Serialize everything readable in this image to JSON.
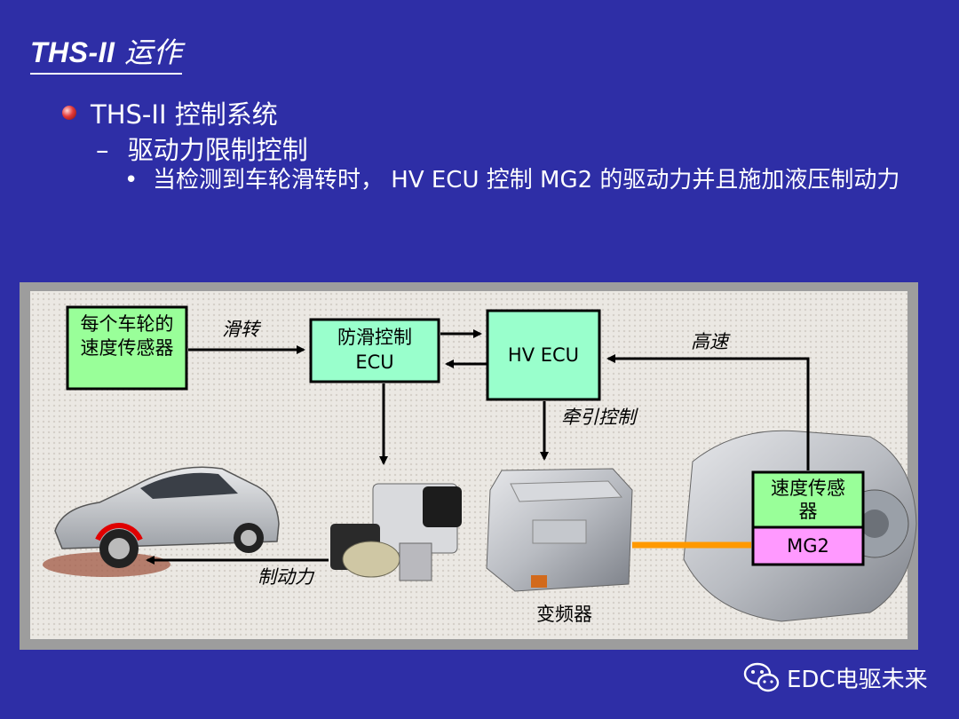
{
  "slide": {
    "title_bold": "THS-II",
    "title_rest": "运作",
    "bullet1": "THS-II 控制系统",
    "bullet2": "驱动力限制控制",
    "bullet3": "当检测到车轮滑转时， HV ECU 控制 MG2 的驱动力并且施加液压制动力"
  },
  "diagram": {
    "wheel_sensor": [
      "每个车轮的",
      "速度传感器"
    ],
    "abs_ecu": [
      "防滑控制",
      "ECU"
    ],
    "hv_ecu": "HV ECU",
    "speed_sensor": [
      "速度传感",
      "器"
    ],
    "mg2": "MG2",
    "label_slip": "滑转",
    "label_high_speed": "高速",
    "label_traction": "牵引控制",
    "label_brake_force": "制动力",
    "label_inverter": "变频器"
  },
  "footer": {
    "brand": "EDC电驱未来"
  },
  "colors": {
    "background": "#2e2ea6",
    "green_box": "#99ff99",
    "teal_box": "#99ffcc",
    "pink_box": "#ff99ff",
    "orange_link": "#ff9900"
  }
}
